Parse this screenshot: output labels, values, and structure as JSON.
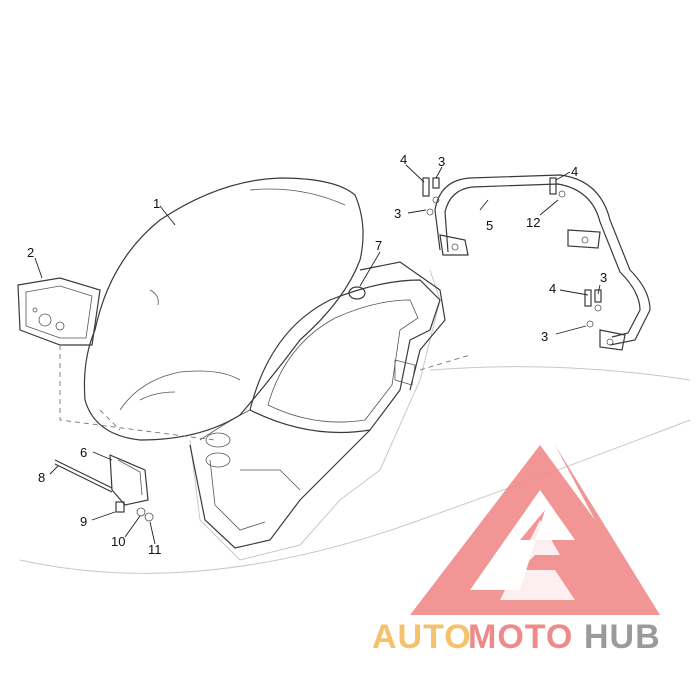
{
  "callouts": {
    "c1": "1",
    "c2": "2",
    "c3a": "3",
    "c3b": "3",
    "c3c": "3",
    "c3d": "3",
    "c4a": "4",
    "c4b": "4",
    "c4c": "4",
    "c5": "5",
    "c6": "6",
    "c7": "7",
    "c8": "8",
    "c9": "9",
    "c10": "10",
    "c11": "11",
    "c12": "12"
  },
  "watermark": {
    "part1": "AUTO",
    "part2": "MOTO",
    "part3": "HUB",
    "color1": "#f5c26b",
    "color2": "#f08a8a",
    "color3": "#9a9a9a",
    "logo_color": "#f08a8a"
  }
}
